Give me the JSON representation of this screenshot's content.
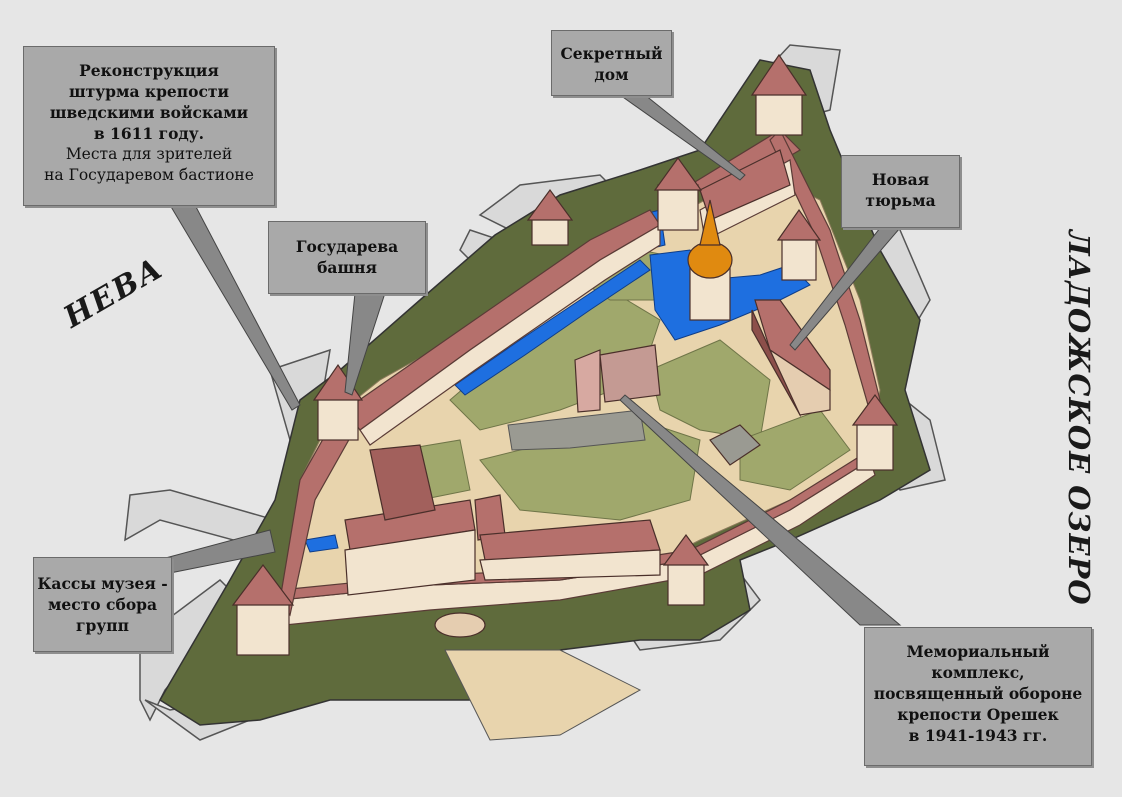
{
  "labels": {
    "reconstruction": {
      "bold": [
        "Реконструкция",
        "штурма крепости",
        "шведскими войсками",
        "в 1611 году."
      ],
      "normal": [
        "Места для зрителей",
        "на Государевом бастионе"
      ]
    },
    "secret_house": [
      "Секретный",
      "дом"
    ],
    "new_prison": [
      "Новая",
      "тюрьма"
    ],
    "sovereign_tower": [
      "Государева",
      "башня"
    ],
    "ticket_office": [
      "Кассы музея -",
      "место сбора",
      "групп"
    ],
    "memorial": [
      "Мемориальный",
      "комплекс,",
      "посвященный обороне",
      "крепости Орешек",
      "в 1941-1943 гг."
    ]
  },
  "water": {
    "neva": "НЕВА",
    "ladoga": "ЛАДОЖСКОЕ ОЗЕРО"
  },
  "colors": {
    "background": "#e6e6e6",
    "island": "#5f6b3c",
    "ground": "#e8d4ad",
    "lawn": "#a0a86c",
    "roof": "#b5706c",
    "wall": "#f2e4cf",
    "water_canal": "#1e6fe0",
    "callout": "#a9a9a9"
  }
}
